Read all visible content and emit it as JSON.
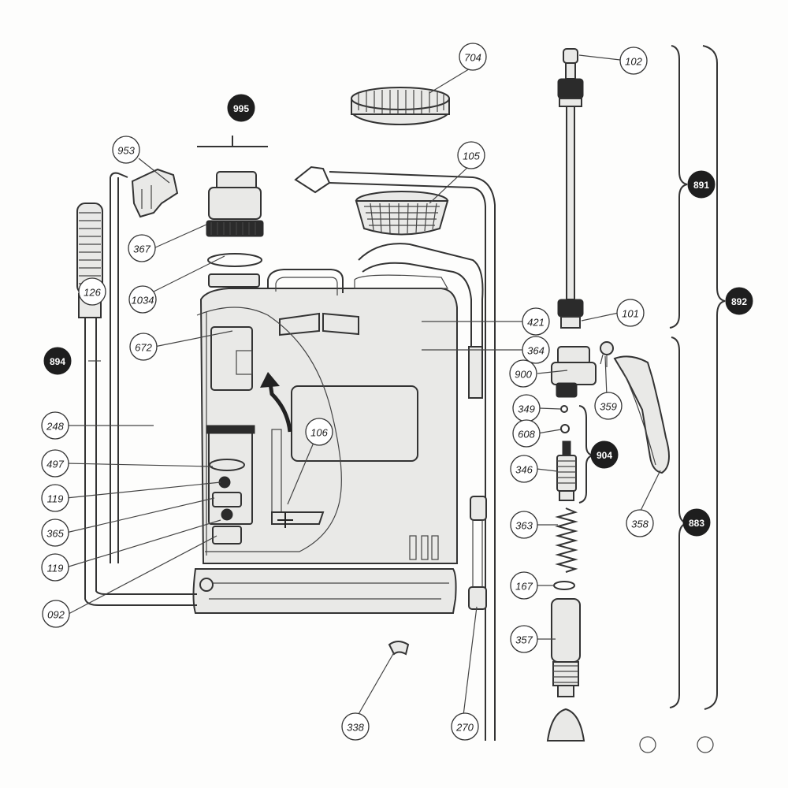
{
  "diagram": {
    "callouts": [
      {
        "id": "704",
        "style": "light"
      },
      {
        "id": "102",
        "style": "light"
      },
      {
        "id": "995",
        "style": "dark"
      },
      {
        "id": "953",
        "style": "light"
      },
      {
        "id": "105",
        "style": "light"
      },
      {
        "id": "891",
        "style": "dark"
      },
      {
        "id": "367",
        "style": "light"
      },
      {
        "id": "126",
        "style": "light"
      },
      {
        "id": "1034",
        "style": "light"
      },
      {
        "id": "892",
        "style": "dark"
      },
      {
        "id": "101",
        "style": "light"
      },
      {
        "id": "421",
        "style": "light"
      },
      {
        "id": "672",
        "style": "light"
      },
      {
        "id": "364",
        "style": "light"
      },
      {
        "id": "894",
        "style": "dark"
      },
      {
        "id": "900",
        "style": "light"
      },
      {
        "id": "359",
        "style": "light"
      },
      {
        "id": "349",
        "style": "light"
      },
      {
        "id": "248",
        "style": "light"
      },
      {
        "id": "608",
        "style": "light"
      },
      {
        "id": "106",
        "style": "light"
      },
      {
        "id": "904",
        "style": "dark"
      },
      {
        "id": "497",
        "style": "light"
      },
      {
        "id": "346",
        "style": "light"
      },
      {
        "id": "119",
        "style": "light"
      },
      {
        "id": "365",
        "style": "light"
      },
      {
        "id": "358",
        "style": "light"
      },
      {
        "id": "883",
        "style": "dark"
      },
      {
        "id": "363",
        "style": "light"
      },
      {
        "id": "119",
        "style": "light"
      },
      {
        "id": "167",
        "style": "light"
      },
      {
        "id": "092",
        "style": "light"
      },
      {
        "id": "357",
        "style": "light"
      },
      {
        "id": "338",
        "style": "light"
      },
      {
        "id": "270",
        "style": "light"
      }
    ]
  }
}
